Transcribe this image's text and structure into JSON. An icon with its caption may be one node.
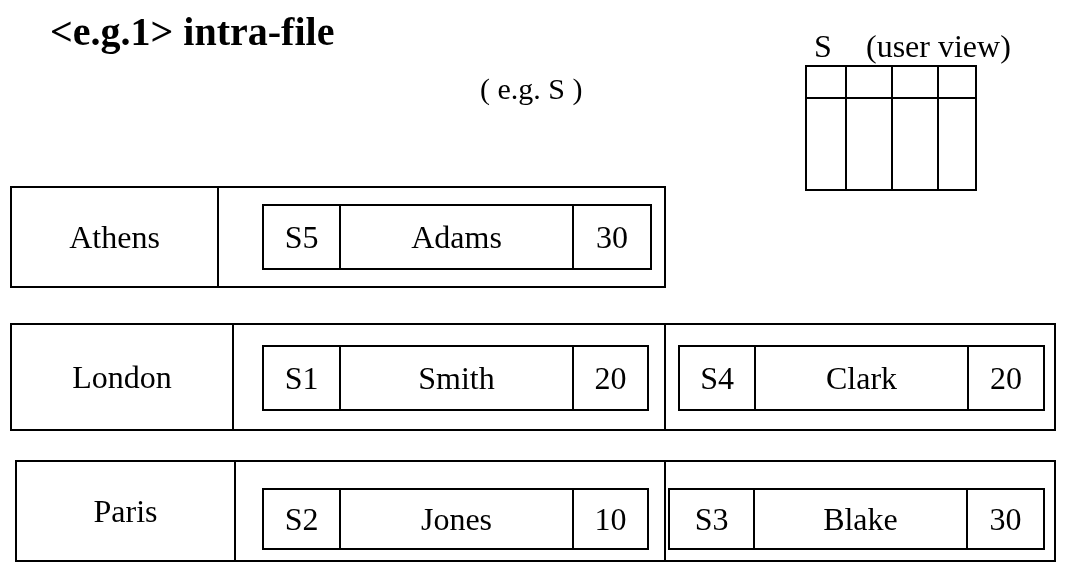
{
  "diagram": {
    "title": "<e.g.1> intra-file",
    "nodes": [
      {
        "text": [
          "Athens"
        ]
      },
      {
        "text": [
          "S5",
          "Adams",
          "30"
        ],
        "in": 0
      },
      {
        "text": [
          "London"
        ]
      },
      {
        "text": [
          "S1",
          "Smith",
          "20"
        ],
        "in": 2
      },
      {
        "text": [
          "S4",
          "Clark",
          "20"
        ],
        "in": 2
      },
      {
        "text": [
          "Paris"
        ]
      },
      {
        "text": [
          "S2",
          "Jones",
          "10"
        ],
        "in": 5
      },
      {
        "text": [
          "S3",
          "Blake",
          "30"
        ],
        "in": 5
      },
      {
        "text": [
          "S",
          "(user view)"
        ]
      }
    ],
    "labels": [
      "( e.g. S )"
    ]
  }
}
